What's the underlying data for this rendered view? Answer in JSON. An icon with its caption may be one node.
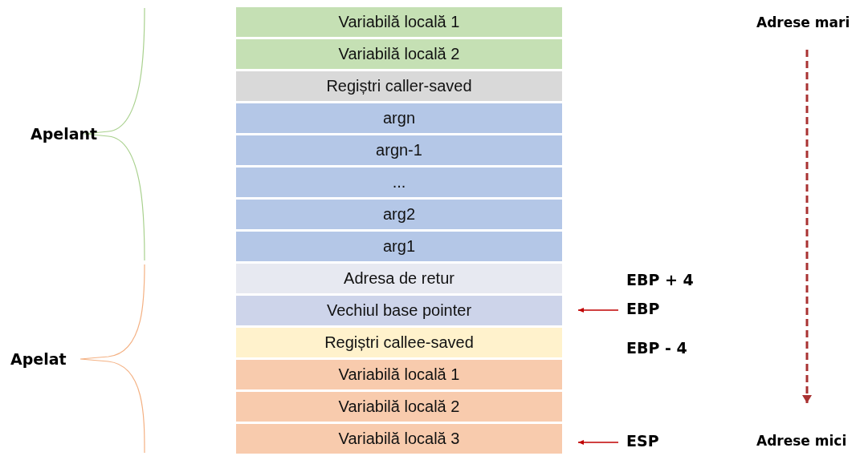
{
  "diagram": {
    "nodes": [
      {
        "text": [
          "Variabilă locală 1"
        ]
      },
      {
        "text": [
          "Variabilă locală 2"
        ]
      },
      {
        "text": [
          "Regiștri caller-saved"
        ]
      },
      {
        "text": [
          "argn"
        ]
      },
      {
        "text": [
          "argn-1"
        ]
      },
      {
        "text": [
          "..."
        ]
      },
      {
        "text": [
          "arg2"
        ]
      },
      {
        "text": [
          "arg1"
        ]
      },
      {
        "text": [
          "Adresa de retur"
        ]
      },
      {
        "text": [
          "Vechiul base pointer"
        ]
      },
      {
        "text": [
          "Regiștri callee-saved"
        ]
      },
      {
        "text": [
          "Variabilă locală 1"
        ]
      },
      {
        "text": [
          "Variabilă locală 2"
        ]
      },
      {
        "text": [
          "Variabilă locală 3"
        ]
      },
      {
        "text": [
          "EBP"
        ]
      },
      {
        "text": [
          "ESP"
        ]
      }
    ],
    "edges": [
      {
        "from": 14,
        "to": 9,
        "arrow": "to",
        "color": "#c00000"
      },
      {
        "from": 15,
        "to": 13,
        "arrow": "to",
        "color": "#c00000"
      }
    ],
    "labels": [
      "Adrese mari",
      "Apelant",
      "EBP + 4",
      "Apelat",
      "EBP - 4",
      "Adrese mici"
    ]
  }
}
